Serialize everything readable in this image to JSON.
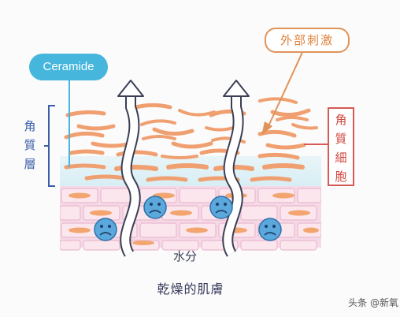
{
  "labels": {
    "ceramide": "Ceramide",
    "external_stimulus": "外部刺激",
    "keratinocyte_chars": [
      "角",
      "質",
      "細",
      "胞"
    ],
    "stratum_corneum_chars": [
      "角",
      "質",
      "層"
    ],
    "water": "水分",
    "caption": "乾燥的肌膚",
    "watermark": "头条 @新氧"
  },
  "colors": {
    "ceramide_blue": "#46b6dd",
    "stimulus_orange": "#e0935a",
    "keratinocyte_red": "#d55a54",
    "cell_orange": "#f0a070",
    "basal_pink": "#f1c9dd",
    "face_blue": "#5aa8dc"
  },
  "icons": [
    "sad-face-icon",
    "water-arrow-icon",
    "stimulus-arrow-icon",
    "bracket-icon"
  ]
}
